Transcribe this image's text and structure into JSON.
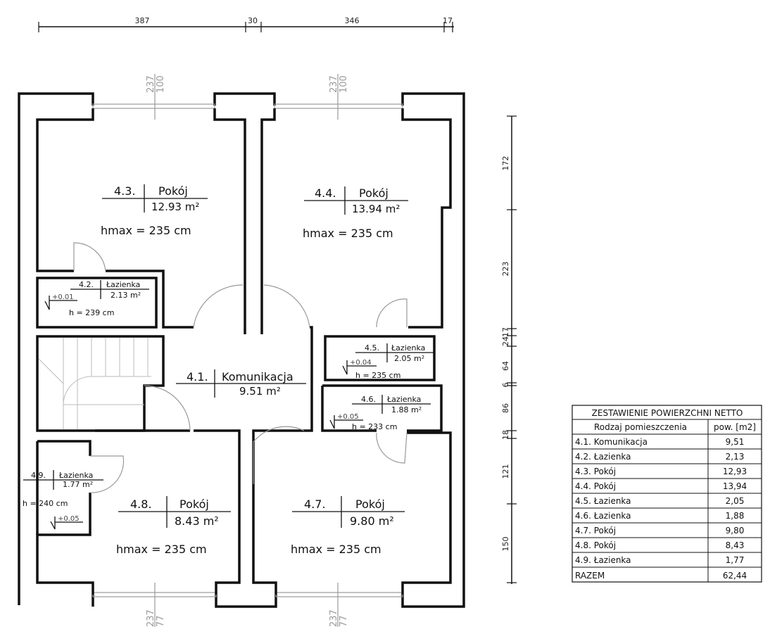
{
  "dimensions": {
    "top": [
      "387",
      "30",
      "346",
      "17"
    ],
    "right": [
      "172",
      "223",
      "17",
      "24",
      "64",
      "6",
      "86",
      "18",
      "121",
      "150"
    ],
    "window_top": [
      {
        "a": "237",
        "b": "100"
      },
      {
        "a": "237",
        "b": "100"
      }
    ],
    "window_bottom": [
      {
        "a": "237",
        "b": "77"
      },
      {
        "a": "237",
        "b": "77"
      }
    ]
  },
  "rooms": {
    "r41": {
      "num": "4.1.",
      "name": "Komunikacja",
      "area": "9.51 m²"
    },
    "r42": {
      "num": "4.2.",
      "name": "Łazienka",
      "area": "2.13 m²",
      "level": "+0.01",
      "height": "h = 239 cm"
    },
    "r43": {
      "num": "4.3.",
      "name": "Pokój",
      "area": "12.93 m²",
      "height": "hmax = 235 cm"
    },
    "r44": {
      "num": "4.4.",
      "name": "Pokój",
      "area": "13.94 m²",
      "height": "hmax = 235 cm"
    },
    "r45": {
      "num": "4.5.",
      "name": "Łazienka",
      "area": "2.05 m²",
      "level": "+0.04",
      "height": "h = 235 cm"
    },
    "r46": {
      "num": "4.6.",
      "name": "Łazienka",
      "area": "1.88 m²",
      "level": "+0.05",
      "height": "h = 233 cm"
    },
    "r47": {
      "num": "4.7.",
      "name": "Pokój",
      "area": "9.80 m²",
      "height": "hmax = 235 cm"
    },
    "r48": {
      "num": "4.8.",
      "name": "Pokój",
      "area": "8.43 m²",
      "height": "hmax = 235 cm"
    },
    "r49": {
      "num": "4.9.",
      "name": "Łazienka",
      "area": "1.77 m²",
      "level": "+0.05",
      "height": "h = 240 cm"
    }
  },
  "table": {
    "title": "ZESTAWIENIE POWIERZCHNI NETTO",
    "headers": [
      "Rodzaj pomieszczenia",
      "pow. [m2]"
    ],
    "rows": [
      [
        "4.1. Komunikacja",
        "9,51"
      ],
      [
        "4.2. Łazienka",
        "2,13"
      ],
      [
        "4.3. Pokój",
        "12,93"
      ],
      [
        "4.4. Pokój",
        "13,94"
      ],
      [
        "4.5. Łazienka",
        "2,05"
      ],
      [
        "4.6. Łazienka",
        "1,88"
      ],
      [
        "4.7. Pokój",
        "9,80"
      ],
      [
        "4.8. Pokój",
        "8,43"
      ],
      [
        "4.9. Łazienka",
        "1,77"
      ]
    ],
    "total": [
      "RAZEM",
      "62,44"
    ]
  }
}
